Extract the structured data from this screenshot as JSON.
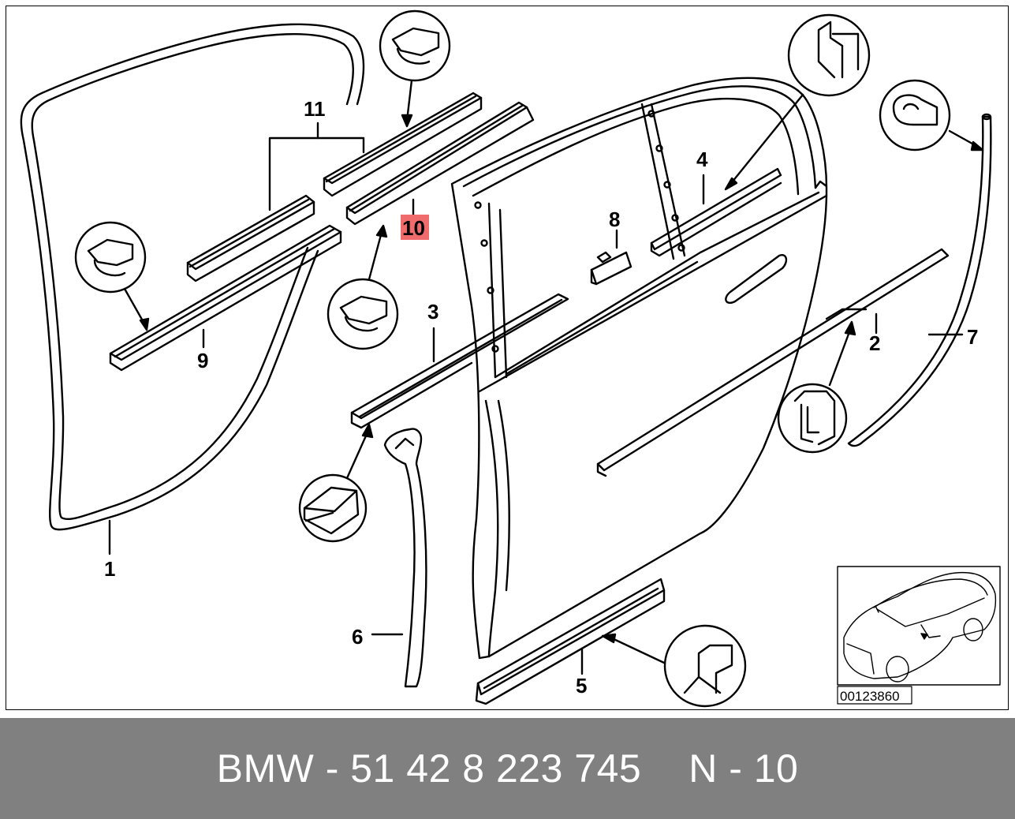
{
  "diagram": {
    "callouts": {
      "c1": "1",
      "c2": "2",
      "c3": "3",
      "c4": "4",
      "c5": "5",
      "c6": "6",
      "c7": "7",
      "c8": "8",
      "c9": "9",
      "c10": "10",
      "c11": "11"
    },
    "highlighted_callout": "10",
    "highlight_color": "#f06b6b",
    "image_id": "00123860"
  },
  "footer": {
    "part_label": "BMW - 51 42 8 223 745",
    "position_label": "N - 10",
    "background": "#808080",
    "text_color": "#ffffff"
  }
}
